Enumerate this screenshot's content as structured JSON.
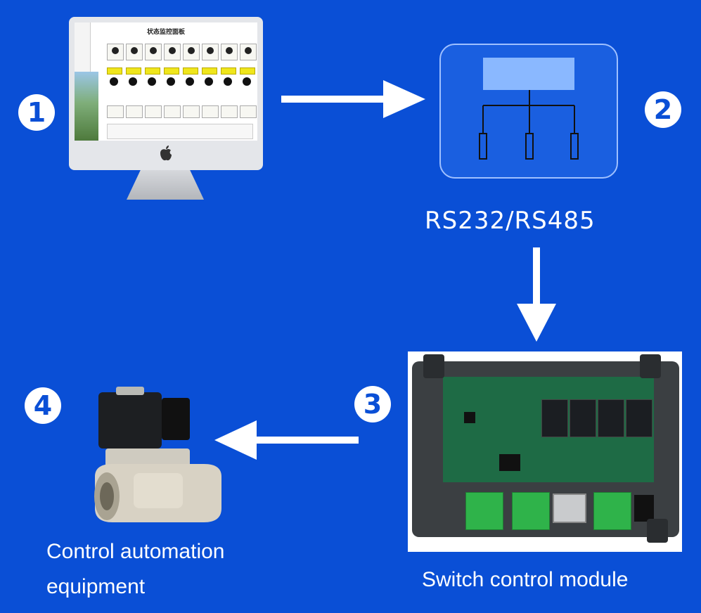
{
  "steps": {
    "step1": "1",
    "step2": "2",
    "step3": "3",
    "step4": "4"
  },
  "protocol_label": "RS232/RS485",
  "labels": {
    "module": "Switch control module",
    "equipment_line1": "Control automation",
    "equipment_line2": "equipment"
  },
  "monitor_screen": {
    "title": "状态监控面板"
  },
  "colors": {
    "background": "#0a4fd6",
    "badge": "#ffffff",
    "panel_box": "#8ab8ff",
    "arrow": "#ffffff"
  }
}
